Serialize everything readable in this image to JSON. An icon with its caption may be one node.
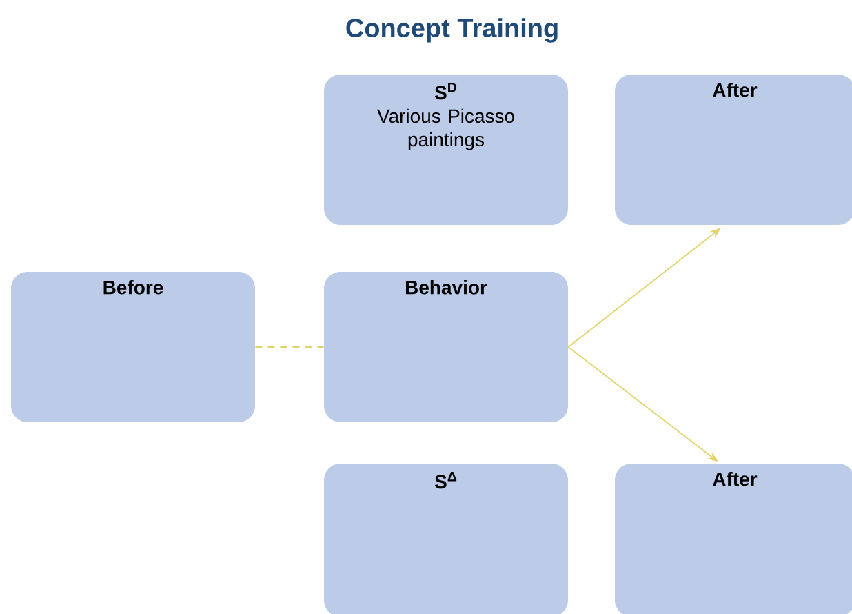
{
  "diagram": {
    "title": "Concept Training",
    "nodes": [
      {
        "text": [
          "S$^{D}$",
          "Various Picasso paintings"
        ]
      },
      {
        "text": [
          "After"
        ]
      },
      {
        "text": [
          "Before"
        ]
      },
      {
        "text": [
          "Behavior"
        ]
      },
      {
        "text": [
          "S$^{Δ}$"
        ]
      },
      {
        "text": [
          "After"
        ]
      }
    ],
    "edges": [
      {
        "from": 2,
        "to": 3,
        "arrow": "none",
        "style": "dashed"
      },
      {
        "from": 3,
        "to": 1,
        "arrow": "to"
      },
      {
        "from": 3,
        "to": 5,
        "arrow": "to"
      }
    ]
  }
}
